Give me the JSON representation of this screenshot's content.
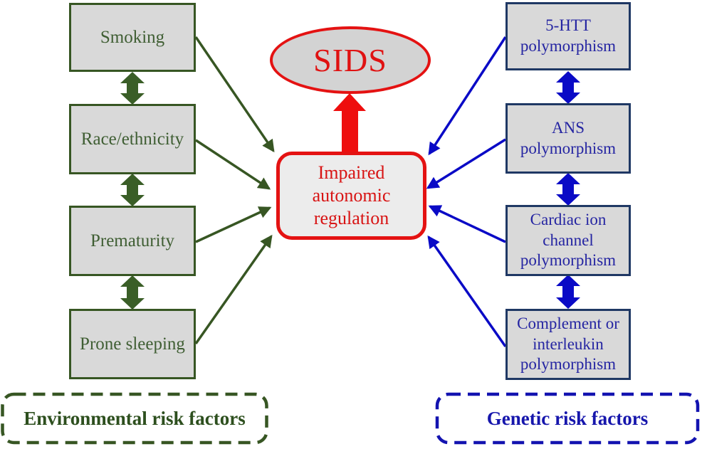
{
  "colors": {
    "environmental_green": "#375623",
    "genetic_border_navy": "#1f3864",
    "genetic_arrow_blue": "#0a0ac6",
    "risk_red": "#e41212",
    "factor_box_fill": "#d9d9d9"
  },
  "center": {
    "outcome_label": "SIDS",
    "mechanism_label": "Impaired autonomic regulation"
  },
  "environmental": {
    "group_label": "Environmental risk factors",
    "items": [
      {
        "label": "Smoking"
      },
      {
        "label": "Race/ethnicity"
      },
      {
        "label": "Prematurity"
      },
      {
        "label": "Prone sleeping"
      }
    ]
  },
  "genetic": {
    "group_label": "Genetic risk factors",
    "items": [
      {
        "label": "5-HTT polymorphism"
      },
      {
        "label": "ANS polymorphism"
      },
      {
        "label": "Cardiac ion channel polymorphism"
      },
      {
        "label": "Complement or interleukin polymorphism"
      }
    ]
  }
}
